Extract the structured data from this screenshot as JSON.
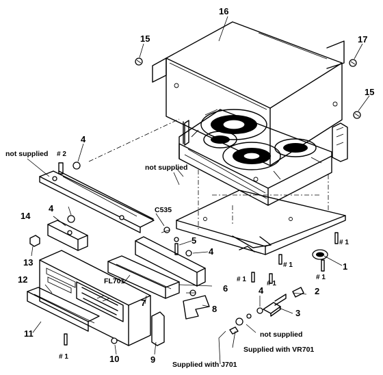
{
  "diagram": {
    "part_numbers": [
      "16",
      "15",
      "17",
      "15",
      "4",
      "1",
      "2",
      "3",
      "4",
      "5",
      "4",
      "6",
      "7",
      "8",
      "9",
      "10",
      "11",
      "12",
      "13",
      "14",
      "4"
    ],
    "screw_labels": [
      "# 2",
      "# 1",
      "# 1",
      "# 1",
      "# 1",
      "# 1",
      "# 1"
    ],
    "component_refs": [
      "C535",
      "FL701"
    ],
    "notes": [
      "not supplied",
      "not supplied",
      "not supplied",
      "Supplied with VR701",
      "Supplied with J701"
    ]
  }
}
